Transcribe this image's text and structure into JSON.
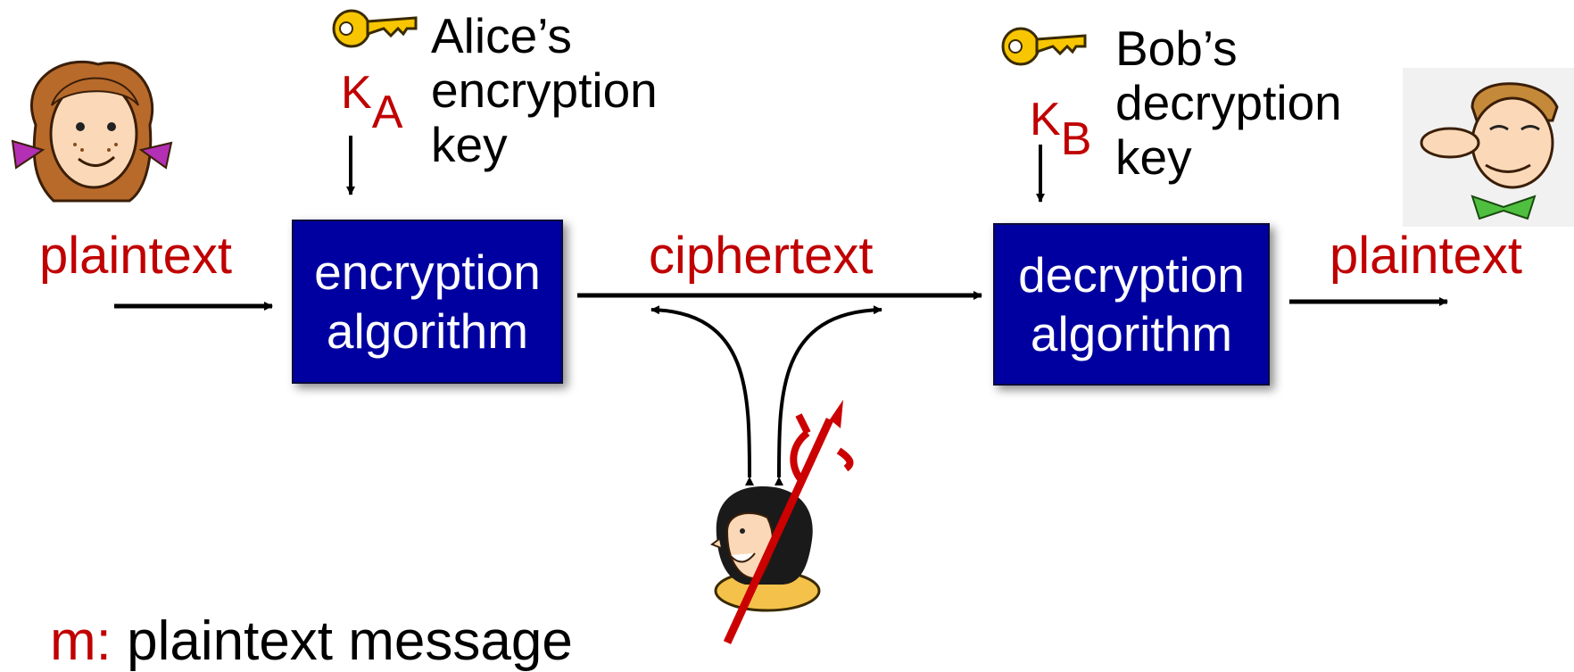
{
  "left_plaintext": "plaintext",
  "right_plaintext": "plaintext",
  "ciphertext": "ciphertext",
  "encryption_algorithm": [
    "encryption",
    "algorithm"
  ],
  "decryption_algorithm": [
    "decryption",
    "algorithm"
  ],
  "alice_key": {
    "symbol": "K",
    "subscript": "A",
    "caption_lines": [
      "Alice’s",
      "encryption",
      "key"
    ]
  },
  "bob_key": {
    "symbol": "K",
    "subscript": "B",
    "caption_lines": [
      "Bob’s",
      "decryption",
      "key"
    ]
  },
  "footnote": {
    "term": "m:",
    "text": "plaintext message"
  },
  "colors": {
    "algorithm_box": "#0000a0",
    "label_red": "#c00000",
    "key_yellow": "#f7c600",
    "trident_red": "#cc0000"
  },
  "icons": [
    "alice-avatar",
    "bob-avatar",
    "trudy-avatar",
    "key-icon",
    "trident-icon"
  ]
}
